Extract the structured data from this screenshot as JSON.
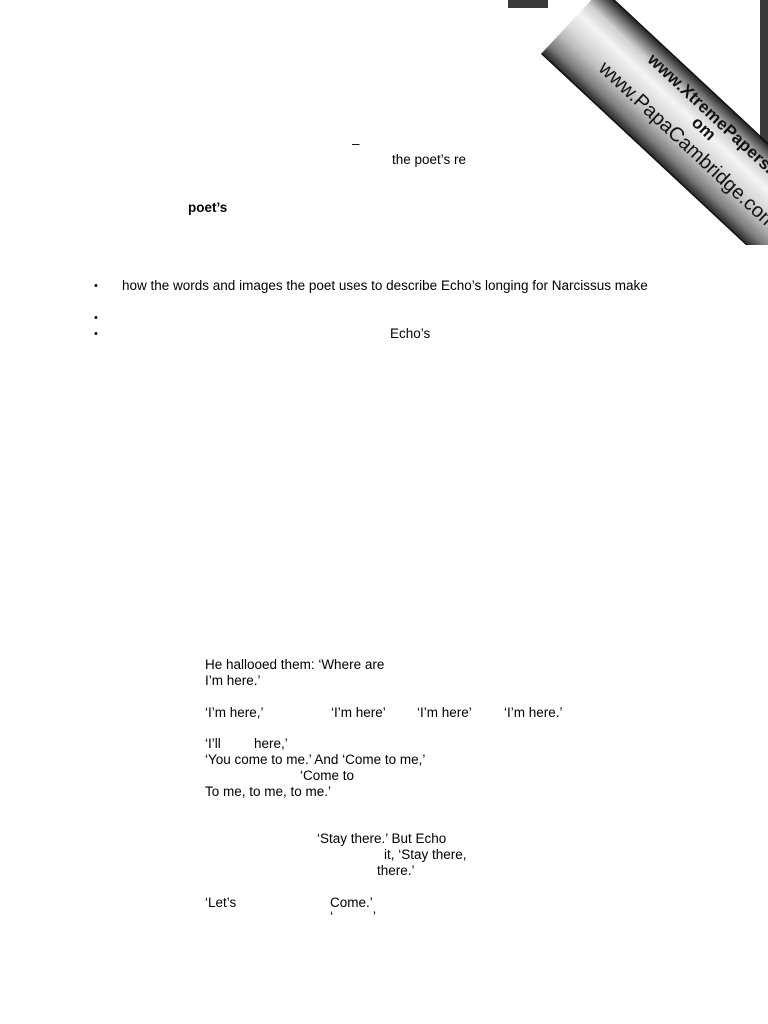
{
  "watermark": {
    "line1a": "www.XtremePapers.c",
    "line1b": "om",
    "line2": "www.PapaCambridge.com"
  },
  "header": {
    "dash": "–",
    "fragment": "the poet’s re",
    "bold_word": "poet’s"
  },
  "bullets": [
    {
      "marker": "•",
      "text": "how the words and images the poet uses to describe Echo’s longing for Narcissus make"
    },
    {
      "marker": "•",
      "text": ""
    },
    {
      "marker": "•",
      "text": "Echo’s"
    }
  ],
  "poem": {
    "lines": [
      "He hallooed them: ‘Where are",
      "I’m here.’",
      "‘I’m here,’",
      "‘I’m here’",
      "‘I’m here’",
      "‘I’m here.’",
      "‘I’ll",
      "here,’",
      "‘You come to me.’ And ‘Come to me,’",
      "‘Come to",
      "To me, to me, to me.’",
      "‘Stay there.’ But Echo",
      "it, ‘Stay there,",
      "there.’",
      "‘Let’s",
      "Come.’",
      "‘",
      "’"
    ]
  }
}
